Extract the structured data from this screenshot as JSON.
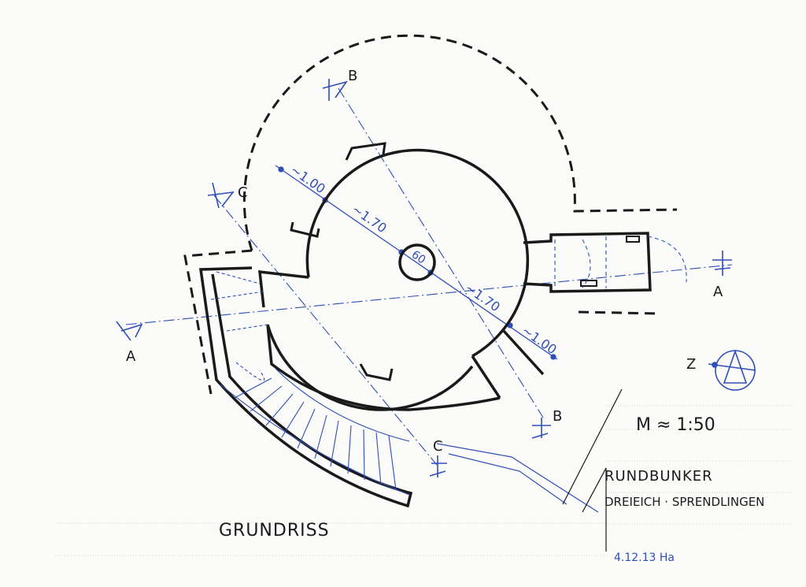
{
  "title_block": {
    "scale": "M ≈ 1:50",
    "name_line1": "RUNDBUNKER",
    "name_line2": "DREIEICH · SPRENDLINGEN",
    "date_sig": "4.12.13 Ha"
  },
  "drawing_title": "GRUNDRISS",
  "section_marks": {
    "a": "A",
    "b": "B",
    "c": "C"
  },
  "north_mark": "Z",
  "dimensions": {
    "outer_upper": "~1.00",
    "inner_upper": "~1.70",
    "center": "60",
    "inner_lower": "~1.70",
    "outer_lower": "~1.00"
  },
  "colors": {
    "ink": "#1a1a1a",
    "blue": "#2f4fb8",
    "paper": "#fbfbfa"
  }
}
